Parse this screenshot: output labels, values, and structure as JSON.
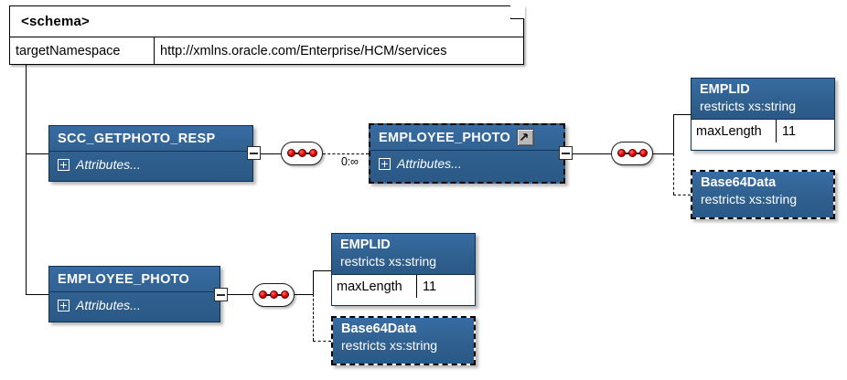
{
  "diagram": {
    "type": "xml-schema-diagram",
    "title": "XML Schema element structure"
  },
  "schema": {
    "title": "<schema>",
    "attribute_label": "targetNamespace",
    "attribute_value": "http://xmlns.oracle.com/Enterprise/HCM/services"
  },
  "nodes": {
    "scc_getphoto_resp": {
      "name": "SCC_GETPHOTO_RESP",
      "attributes_label": "Attributes...",
      "expander_icon": "plus-square-icon",
      "collapse_icon": "minus-handle-icon"
    },
    "employee_photo_ref": {
      "name": "EMPLOYEE_PHOTO",
      "attributes_label": "Attributes...",
      "expander_icon": "plus-square-icon",
      "collapse_icon": "minus-handle-icon",
      "reference_icon": "external-link-arrow-icon",
      "selected": true,
      "occurs": "0:∞"
    },
    "employee_photo_global": {
      "name": "EMPLOYEE_PHOTO",
      "attributes_label": "Attributes...",
      "expander_icon": "plus-square-icon",
      "collapse_icon": "minus-handle-icon"
    }
  },
  "types": {
    "emplid_top": {
      "name": "EMPLID",
      "restricts": "restricts xs:string",
      "facet_name": "maxLength",
      "facet_value": "11"
    },
    "base64data_top": {
      "name": "Base64Data",
      "restricts": "restricts xs:string",
      "selected": true
    },
    "emplid_bottom": {
      "name": "EMPLID",
      "restricts": "restricts xs:string",
      "facet_name": "maxLength",
      "facet_value": "11"
    },
    "base64data_bottom": {
      "name": "Base64Data",
      "restricts": "restricts xs:string",
      "selected": true
    }
  },
  "compositors": {
    "sequence_icon": "sequence-three-dots-icon",
    "seq1": "sequence-three-dots-icon",
    "seq2": "sequence-three-dots-icon",
    "seq3": "sequence-three-dots-icon"
  },
  "colors": {
    "node_blue": "#2f608f",
    "node_border": "#10304f",
    "dot_red": "#e00000",
    "background": "#ffffff",
    "line": "#000000"
  }
}
